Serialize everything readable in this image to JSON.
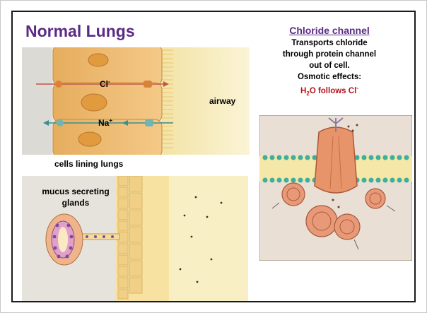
{
  "slide": {
    "title": "Normal Lungs",
    "chloride": {
      "heading": "Chloride channel",
      "line1": "Transports chloride",
      "line2": "through protein channel",
      "line3": "out of cell.",
      "line4": "Osmotic effects:",
      "h2o_h": "H",
      "h2o_sub": "2",
      "h2o_rest": "O follows Cl",
      "h2o_sup": "-"
    },
    "cell_figure": {
      "cl_label": "Cl",
      "cl_sup": "-",
      "na_label": "Na",
      "na_sup": "+",
      "airway_label": "airway",
      "caption": "cells lining lungs"
    },
    "gland_figure": {
      "label_line1": "mucus secreting",
      "label_line2": "glands"
    }
  },
  "colors": {
    "title": "#5b2a86",
    "highlight": "#b5121b",
    "cell": "#f0c27e",
    "airway": "#f8eec0",
    "membrane": "#3fae9d"
  }
}
